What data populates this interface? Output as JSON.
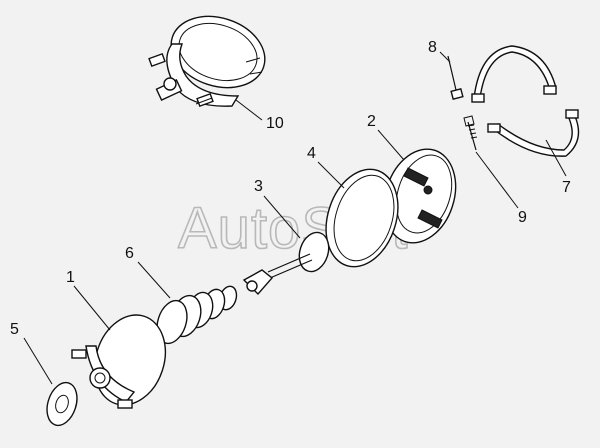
{
  "watermark": "AutoSoft",
  "labels": {
    "p1": "1",
    "p2": "2",
    "p3": "3",
    "p4": "4",
    "p5": "5",
    "p6": "6",
    "p7": "7",
    "p8": "8",
    "p9": "9",
    "p10": "10"
  }
}
